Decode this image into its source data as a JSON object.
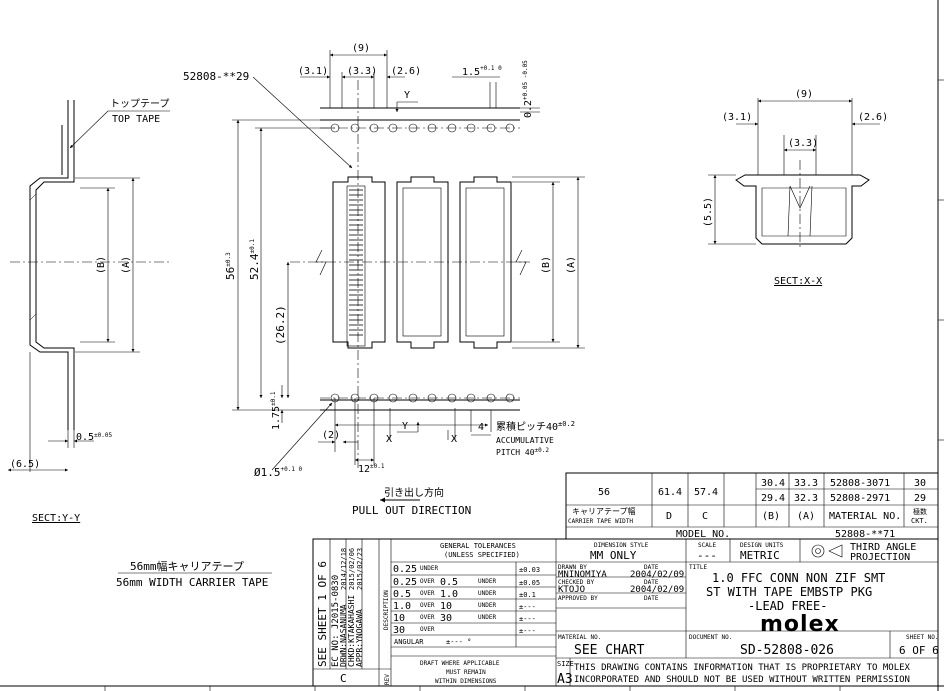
{
  "drawing": {
    "part_callout": "52808-**29",
    "top_tape_jp": "トップテープ",
    "top_tape_en": "TOP TAPE",
    "dims": {
      "d9": "(9)",
      "d3_1": "(3.1)",
      "d3_3": "(3.3)",
      "d2_6": "(2.6)",
      "d1_5": "1.5",
      "d1_5_tol": "+0.1 0",
      "d0_2": "0.2",
      "d0_2_tol": "+0.05 -0.05",
      "y_label": "Y",
      "x_label": "X",
      "d56": "56",
      "d56_tol": "±0.3",
      "d52_4": "52.4",
      "d52_4_tol": "±0.1",
      "d26_2": "(26.2)",
      "d1_75": "1.75",
      "d1_75_tol": "±0.1",
      "d2": "(2)",
      "d4": "4",
      "d12": "12",
      "d12_tol": "±0.1",
      "phi1_5": "Ø1.5",
      "phi1_5_tol": "+0.1 0",
      "B": "(B)",
      "A": "(A)",
      "d0_5": "0.5",
      "d0_5_tol": "±0.05",
      "d6_5": "(6.5)",
      "d5_5": "(5.5)",
      "pitch_jp": "累積ピッチ40",
      "pitch_jp_tol": "±0.2",
      "pitch_en1": "ACCUMULATIVE",
      "pitch_en2": "PITCH 40",
      "pitch_en_tol": "±0.2"
    },
    "sect_yy": "SECT:Y-Y",
    "sect_xx": "SECT:X-X",
    "pull_jp": "引き出し方向",
    "pull_en": "PULL OUT DIRECTION",
    "width_jp": "56mm幅キャリアテープ",
    "width_en": "56mm WIDTH CARRIER TAPE"
  },
  "chart_table": {
    "rows": [
      [
        "56",
        "61.4",
        "57.4",
        "30.4",
        "33.3",
        "52808-3071",
        "30"
      ],
      [
        "",
        "",
        "",
        "29.4",
        "32.3",
        "52808-2971",
        "29"
      ]
    ],
    "label_carrier_jp": "キャリアテープ幅",
    "label_carrier_en": "CARRIER TAPE WIDTH",
    "col_D": "D",
    "col_C": "C",
    "col_B": "(B)",
    "col_A": "(A)",
    "col_material": "MATERIAL NO.",
    "col_ckt_jp": "極数",
    "col_ckt_en": "CKT.",
    "model_no_label": "MODEL NO.",
    "model_no_value": "52808-**71"
  },
  "title_block": {
    "gen_tol_title1": "GENERAL TOLERANCES",
    "gen_tol_title2": "(UNLESS SPECIFIED)",
    "tol_rows": [
      [
        "0.25",
        "UNDER",
        "",
        "",
        "±0.03"
      ],
      [
        "0.25",
        "OVER",
        "0.5",
        "UNDER",
        "±0.05"
      ],
      [
        "0.5",
        "OVER",
        "1.0",
        "UNDER",
        "±0.1"
      ],
      [
        "1.0",
        "OVER",
        "10",
        "UNDER",
        "±---"
      ],
      [
        "10",
        "OVER",
        "30",
        "UNDER",
        "±---"
      ],
      [
        "30",
        "OVER",
        "",
        "",
        "±---"
      ]
    ],
    "angular": "ANGULAR",
    "angular_val": "±--- °",
    "draft_note1": "DRAFT WHERE APPLICABLE",
    "draft_note2": "MUST REMAIN",
    "draft_note3": "WITHIN DIMENSIONS",
    "rev_value": "C",
    "rev_label": "REV",
    "desc_label": "DESCRIPTION",
    "see_sheet": "SEE SHEET 1 OF 6",
    "ec_no": "EC NO: J2015-0830",
    "drwn": "DRWN:NASANUMA",
    "chkd": "CHKD:KTAKAHASHI",
    "appr": "APPR:YNOGAWA",
    "rev_date1": "2014/12/18",
    "rev_date2": "2015/02/06",
    "rev_date3": "2015/02/23",
    "dim_style_label": "DIMENSION STYLE",
    "dim_style_value": "MM ONLY",
    "scale_label": "SCALE",
    "scale_value": "---",
    "design_units_label": "DESIGN UNITS",
    "design_units_value": "METRIC",
    "projection_1": "THIRD ANGLE",
    "projection_2": "PROJECTION",
    "drawn_by_label": "DRAWN BY",
    "drawn_by_value": "MNINOMIYA",
    "drawn_date_label": "DATE",
    "drawn_date": "2004/02/09",
    "checked_by_label": "CHECKED BY",
    "checked_by_value": "KTOJO",
    "checked_date_label": "DATE",
    "checked_date": "2004/02/09",
    "approved_by_label": "APPROVED BY",
    "approved_date_label": "DATE",
    "title_label": "TITLE",
    "title_line1": "1.0 FFC CONN NON ZIF SMT",
    "title_line2": "ST WITH TAPE EMBSTP PKG",
    "title_line3": "-LEAD FREE-",
    "brand": "molex",
    "material_no_label": "MATERIAL NO.",
    "material_no_value": "SEE CHART",
    "document_no_label": "DOCUMENT NO.",
    "document_no_value": "SD-52808-026",
    "sheet_no_label": "SHEET NO.",
    "sheet_no_value": "6 OF 6",
    "size_label": "SIZE",
    "size_value": "A3",
    "proprietary_1": "THIS DRAWING CONTAINS INFORMATION THAT IS PROPRIETARY TO MOLEX",
    "proprietary_2": "INCORPORATED AND SHOULD NOT BE USED WITHOUT WRITTEN PERMISSION"
  }
}
